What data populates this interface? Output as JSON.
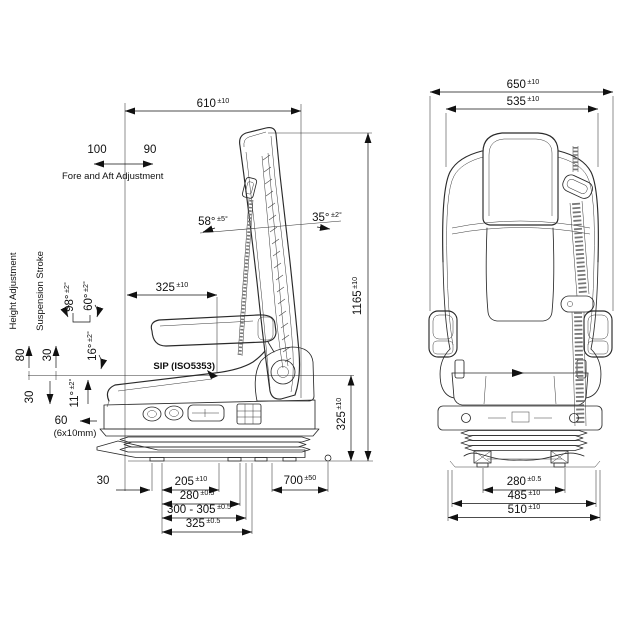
{
  "drawing": {
    "colors": {
      "line": "#2a2a2a",
      "dim_text": "#111111",
      "background": "#ffffff"
    },
    "side_view": {
      "labels": {
        "fore_aft": "Fore and Aft Adjustment",
        "height_adjustment": "Height Adjustment",
        "suspension_stroke": "Suspension Stroke",
        "sip": "SIP (ISO5353)",
        "slot_note": "(6x10mm)"
      },
      "dims": {
        "overall_depth": {
          "v": "610",
          "t": "±10"
        },
        "fore_travel": {
          "v": "100"
        },
        "aft_travel": {
          "v": "90"
        },
        "backrest_forward_angle": {
          "v": "58°",
          "t": "±5°"
        },
        "backrest_recline_angle": {
          "v": "35°",
          "t": "±2°"
        },
        "sip_setback": {
          "v": "325",
          "t": "±10"
        },
        "armrest_angle_max": {
          "v": "98°",
          "t": "±2°"
        },
        "armrest_angle_mid": {
          "v": "60°",
          "t": "±2°"
        },
        "armrest_angle_min": {
          "v": "16°",
          "t": "±2°"
        },
        "cushion_tilt_angle": {
          "v": "11°",
          "t": "±2°"
        },
        "height_adjustment_range": {
          "v": "80"
        },
        "suspension_stroke_up": {
          "v": "30"
        },
        "suspension_stroke_down": {
          "v": "30"
        },
        "slot_position": {
          "v": "60"
        },
        "overall_height": {
          "v": "1165",
          "t": "±10"
        },
        "sip_height": {
          "v": "325",
          "t": "±10"
        },
        "rail_front_offset": {
          "v": "30"
        },
        "rail_span_205": {
          "v": "205",
          "t": "±10"
        },
        "rail_span_280": {
          "v": "280",
          "t": "±0.5"
        },
        "rail_span_300_305": {
          "v": "300 - 305",
          "t": "±0.5"
        },
        "rail_span_325": {
          "v": "325",
          "t": "±0.5"
        },
        "floor_distance_700": {
          "v": "700",
          "t": "±50"
        }
      }
    },
    "front_view": {
      "dims": {
        "overall_width": {
          "v": "650",
          "t": "±10"
        },
        "backrest_width": {
          "v": "535",
          "t": "±10"
        },
        "roller_track": {
          "v": "280",
          "t": "±0.5"
        },
        "base_width": {
          "v": "485",
          "t": "±10"
        },
        "overall_base_width": {
          "v": "510",
          "t": "±10"
        }
      }
    }
  }
}
